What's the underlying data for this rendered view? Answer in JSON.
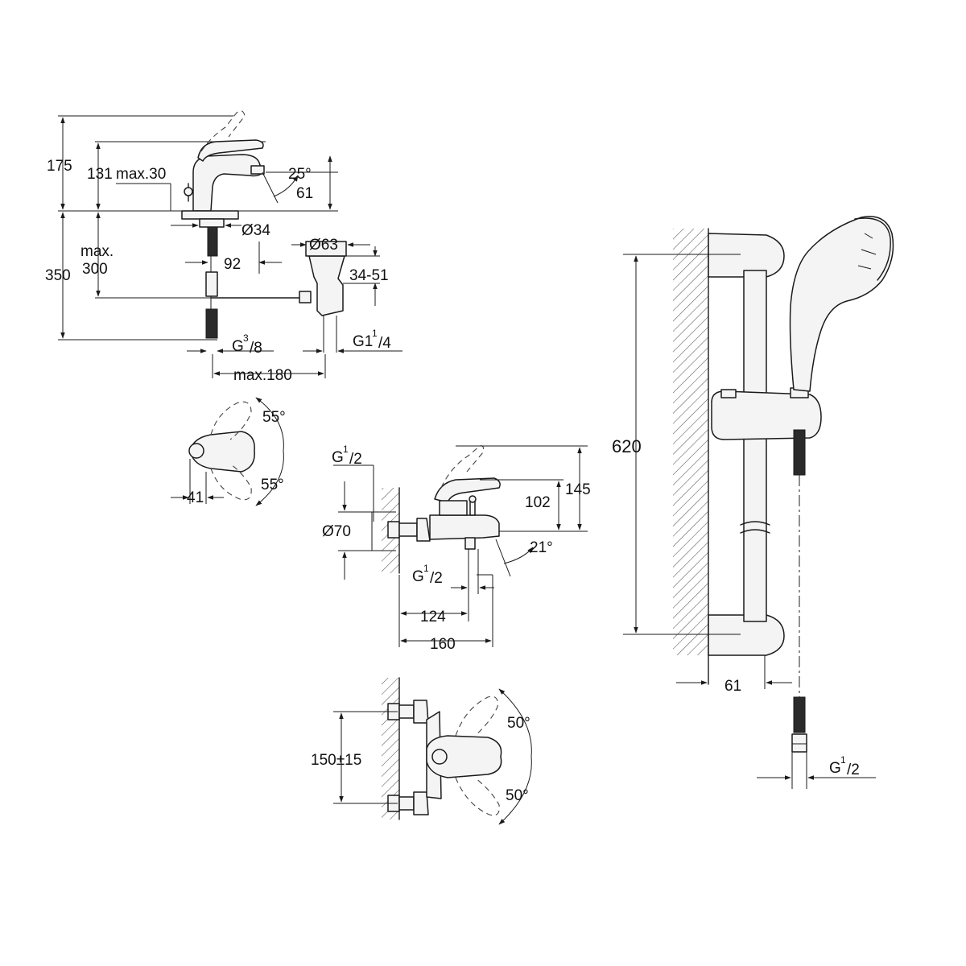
{
  "basin": {
    "d175": "175",
    "d131": "131",
    "dmax30": "max.30",
    "a25": "25°",
    "d61": "61",
    "dia34": "Ø34",
    "dia63": "Ø63",
    "max300_a": "max.",
    "max300_b": "300",
    "d350": "350",
    "d92": "92",
    "d3451": "34-51",
    "g38_base": "G",
    "g38_sup": "3",
    "g38_sub": "/8",
    "g114_base": "G1",
    "g114_sup": "1",
    "g114_sub": "/4",
    "max180": "max.180"
  },
  "handle_top": {
    "a55_top": "55°",
    "a55_bot": "55°",
    "d41": "41"
  },
  "bath": {
    "g12_top_base": "G",
    "g12_top_sup": "1",
    "g12_top_sub": "/2",
    "d102": "102",
    "d145": "145",
    "dia70": "Ø70",
    "a21": "21°",
    "g12_bot_base": "G",
    "g12_bot_sup": "1",
    "g12_bot_sub": "/2",
    "d124": "124",
    "d160": "160"
  },
  "bath_front": {
    "d150": "150±15",
    "a50_top": "50°",
    "a50_bot": "50°"
  },
  "shower": {
    "d620": "620",
    "d61": "61",
    "g12_base": "G",
    "g12_sup": "1",
    "g12_sub": "/2"
  }
}
